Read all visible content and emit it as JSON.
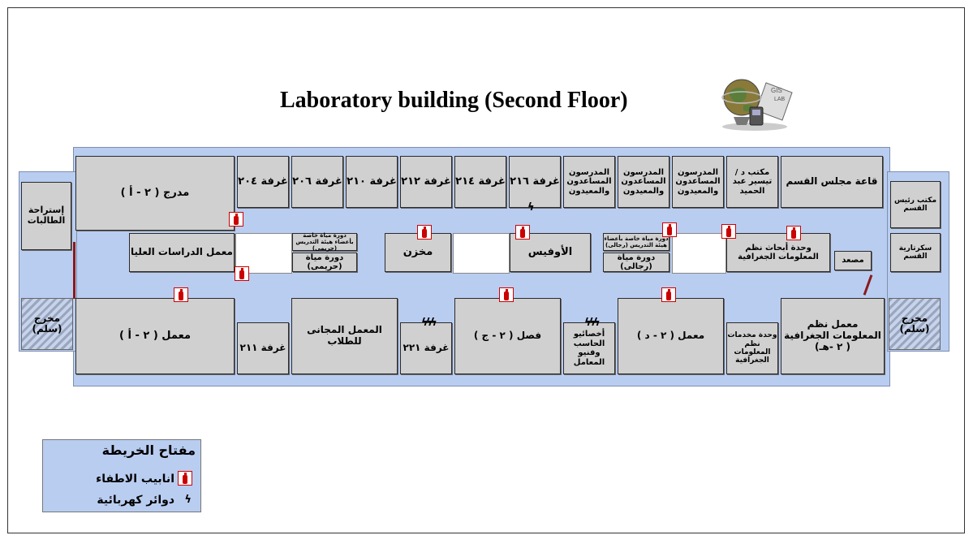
{
  "map": {
    "title": "Laboratory building (Second Floor)",
    "globe_label": "GIS LAB"
  },
  "rooms": {
    "r_a": "مدرج ( ٢ - أ )",
    "g204": "غرفة ٢٠٤",
    "g206": "غرفة ٢٠٦",
    "g210": "غرفة ٢١٠",
    "g212": "غرفة ٢١٢",
    "g214": "غرفة ٢١٤",
    "g216": "غرفة ٢١٦",
    "teach1": "المدرسون المساعدون والمعيدون",
    "teach2": "المدرسون المساعدون والمعيدون",
    "teach3": "المدرسون المساعدون والمعيدون",
    "office": "مكتب د / تيسير عبد الحميد",
    "council": "قاعة مجلس القسم",
    "head": "مكتب رئيس القسم",
    "secretary": "سكرتارية القسم",
    "rest": "إستراحة الطالبات",
    "grad_lab": "معمل الدراسات العليا",
    "wc_f_staff": "دورة مياة خاصة بأعضاء هيئة التدريس (حريمى)",
    "wc_f": "دورة مياة (حريمى)",
    "store": "مخزن",
    "office2": "الأوفيس",
    "wc_m_staff": "دورة مياة خاصة بأعضاء هيئة التدريس (رجالى)",
    "wc_m": "دورة مياة (رجالى)",
    "gis_research": "وحدة أبحاث نظم المعلومات الجغرافية",
    "elevator": "مصعد",
    "lab_a": "معمل ( ٢ - أ )",
    "g211": "غرفة ٢١١",
    "free_lab": "المعمل المجانى للطلاب",
    "g221": "غرفة ٢٢١",
    "class_c": "فصل ( ٢ - ج )",
    "specialists": "أخصائيو الحاسب وفنيو المعامل",
    "lab_d": "معمل ( ٢ - د )",
    "gis_services": "وحدة مخدمات نظم المعلومات الجغرافية",
    "gis_lab": "معمل نظم المعلومات الجغرافية ( ٢ -هـ)",
    "exit_left": "مخرج (سلم)",
    "exit_right": "مخرج (سلم)"
  },
  "legend": {
    "title": "مفتاح الخريطة",
    "extinguisher": "انابيب الاطفاء",
    "electrical": "دوائر كهربائية"
  },
  "icons": {
    "extinguisher": "fire-extinguisher-icon",
    "electrical": "electric-circuit-icon"
  },
  "colors": {
    "floor": "#b9cdf1",
    "room": "#d0d0d0",
    "extinguisher": "#cc0000"
  }
}
